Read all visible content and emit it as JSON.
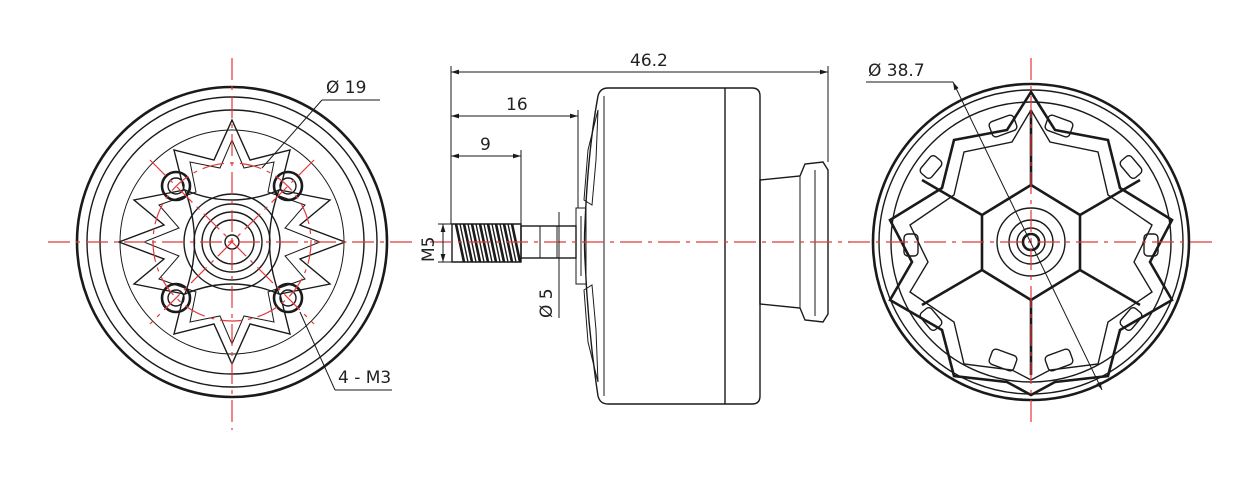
{
  "labels": {
    "hole_circle_diameter": "Ø 19",
    "mount_holes": "4 - M3",
    "overall_length": "46.2",
    "shaft_to_base": "16",
    "thread_length": "9",
    "thread_size": "M5",
    "shaft_diameter": "Ø 5",
    "outer_diameter": "Ø 38.7"
  },
  "colors": {
    "linework": "#1a1a1a",
    "centerlines": "#e23a3a",
    "background": "#ffffff"
  }
}
